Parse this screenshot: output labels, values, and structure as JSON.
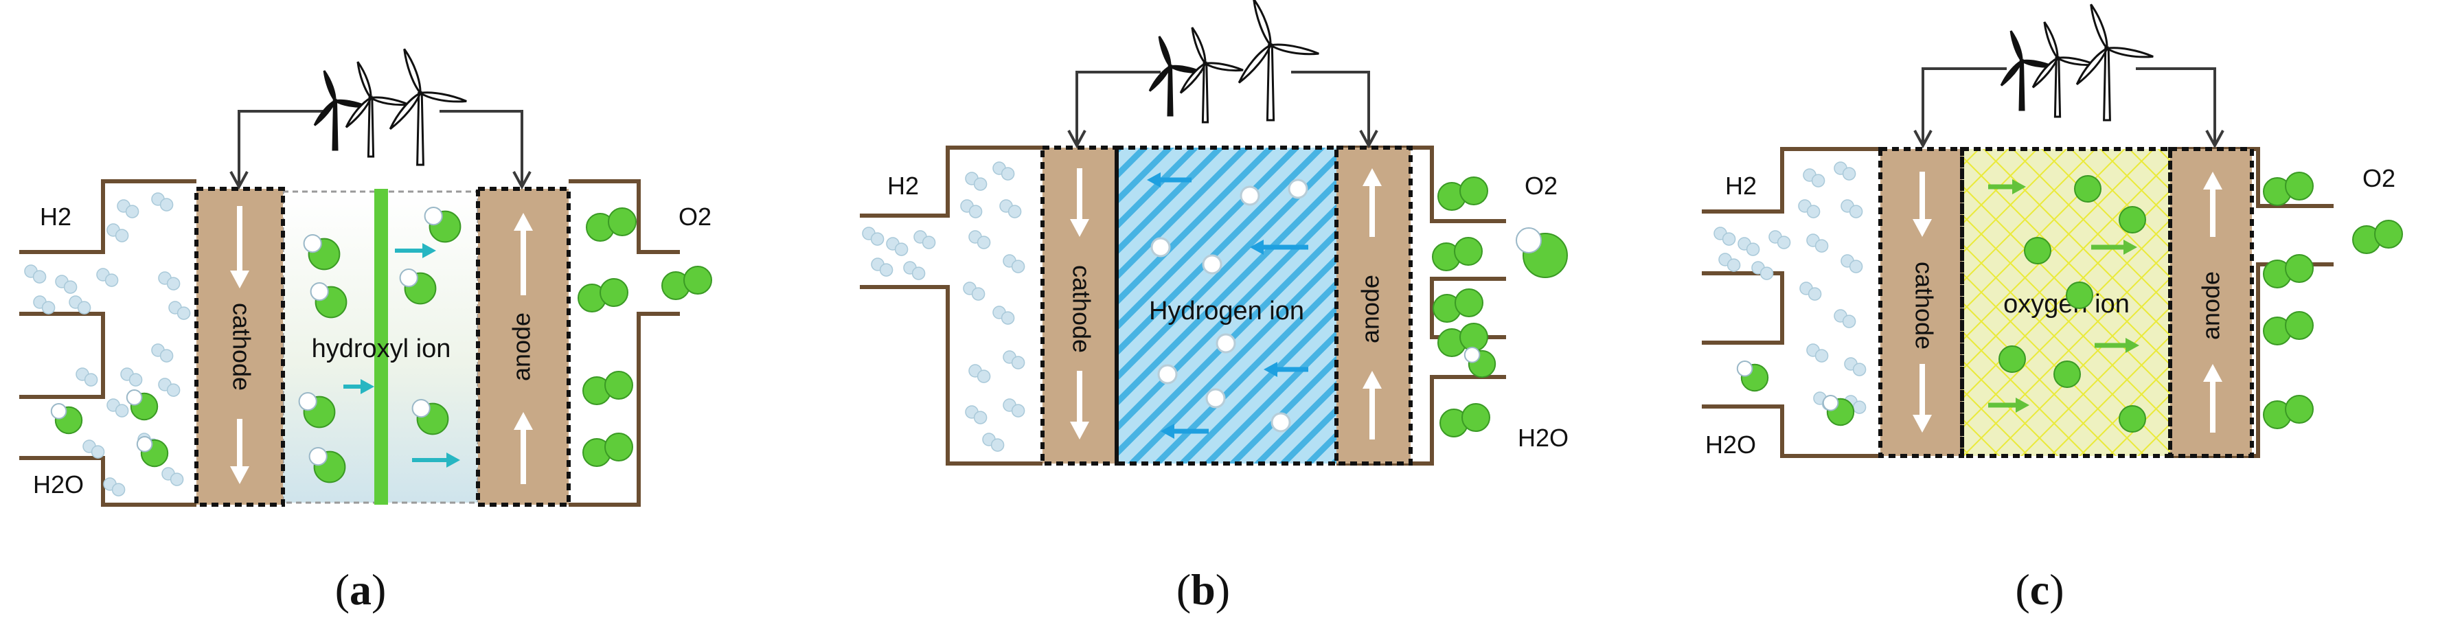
{
  "colors": {
    "housing": "#6b4e31",
    "electrode": "#c8a987",
    "green": "#5fcc3a",
    "green_dark": "#3a9a24",
    "bubble": "#cfe3ee",
    "cyan_arrow": "#27b6c2",
    "blue_arrow": "#1ea0e0",
    "hatch_blue": "#47b3e3",
    "yellow_grid": "#eeee3c",
    "green_arrow": "#63c23a"
  },
  "icons": [
    "wind-turbine-icon",
    "arrow-icon",
    "water-molecule-icon",
    "hydrogen-molecule-icon",
    "oxygen-molecule-icon"
  ],
  "panels": [
    {
      "id": "a",
      "cathode_label": "cathode",
      "anode_label": "anode",
      "electrolyte_label": "hydroxyl ion",
      "h2_label": "H2",
      "o2_label": "O2",
      "h2o_label": "H2O",
      "caption_open": "(",
      "caption_letter": "a",
      "caption_close": ")"
    },
    {
      "id": "b",
      "cathode_label": "cathode",
      "anode_label": "anode",
      "electrolyte_label": "Hydrogen ion",
      "h2_label": "H2",
      "o2_label": "O2",
      "h2o_label": "H2O",
      "caption_open": "(",
      "caption_letter": "b",
      "caption_close": ")"
    },
    {
      "id": "c",
      "cathode_label": "cathode",
      "anode_label": "anode",
      "electrolyte_label": "oxygen ion",
      "h2_label": "H2",
      "o2_label": "O2",
      "h2o_label": "H2O",
      "caption_open": "(",
      "caption_letter": "c",
      "caption_close": ")"
    }
  ]
}
